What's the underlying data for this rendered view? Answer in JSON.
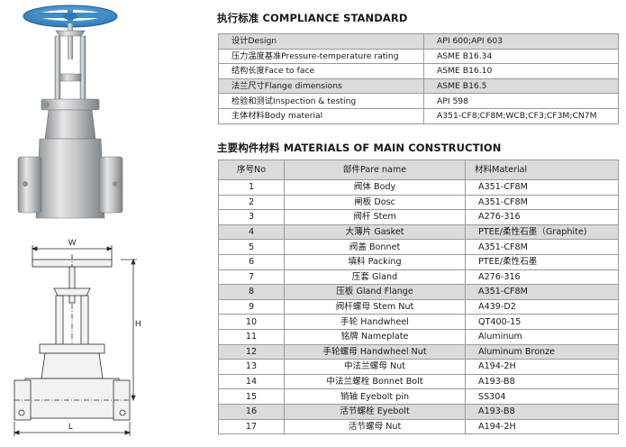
{
  "compliance": {
    "title": "执行标准 COMPLIANCE STANDARD",
    "rows": [
      {
        "label": "设计Design",
        "value": "API 600;API 603"
      },
      {
        "label": "压力温度基准Pressure-temperature rating",
        "value": "ASME B16.34"
      },
      {
        "label": "结构长度Face to face",
        "value": "ASME B16.10"
      },
      {
        "label": "法兰尺寸Flange dimensions",
        "value": "ASME B16.5"
      },
      {
        "label": "检验和测试Inspection & testing",
        "value": "API 598"
      },
      {
        "label": "主体材料Body material",
        "value": "A351-CF8;CF8M;WCB;CF3;CF3M;CN7M"
      }
    ]
  },
  "materials": {
    "title": "主要构件材料 MATERIALS OF MAIN CONSTRUCTION",
    "headers": {
      "no": "序号No",
      "name": "部件Pare name",
      "material": "材料Material"
    },
    "rows": [
      {
        "no": "1",
        "name": "阀体 Body",
        "material": "A351-CF8M"
      },
      {
        "no": "2",
        "name": "闸板 Dosc",
        "material": "A351-CF8M"
      },
      {
        "no": "3",
        "name": "阀杆 Stem",
        "material": "A276-316"
      },
      {
        "no": "4",
        "name": "大薄片 Gasket",
        "material": "PTEE/柔性石墨（Graphite)"
      },
      {
        "no": "5",
        "name": "阀盖 Bonnet",
        "material": "A351-CF8M"
      },
      {
        "no": "6",
        "name": "填料 Packing",
        "material": "PTEE/柔性石墨"
      },
      {
        "no": "7",
        "name": "压套 Gland",
        "material": "A276-316"
      },
      {
        "no": "8",
        "name": "压板 Gland Flange",
        "material": "A351-CF8M"
      },
      {
        "no": "9",
        "name": "阀杆螺母 Stem Nut",
        "material": "A439-D2"
      },
      {
        "no": "10",
        "name": "手轮 Handwheel",
        "material": "QT400-15"
      },
      {
        "no": "11",
        "name": "铭牌 Nameplate",
        "material": "Aluminum"
      },
      {
        "no": "12",
        "name": "手轮螺母 Handwheel Nut",
        "material": "Aluminum Bronze"
      },
      {
        "no": "13",
        "name": "中法兰螺母 Nut",
        "material": "A194-2H"
      },
      {
        "no": "14",
        "name": "中法兰螺栓 Bonnet Bolt",
        "material": "A193-B8"
      },
      {
        "no": "15",
        "name": "销轴 Eyebolt pin",
        "material": "SS304"
      },
      {
        "no": "16",
        "name": "活节螺栓 Eyebolt",
        "material": "A193-B8"
      },
      {
        "no": "17",
        "name": "活节螺母 Nut",
        "material": "A194-2H"
      }
    ]
  },
  "drawing_labels": {
    "w": "W",
    "h": "H",
    "l": "L"
  },
  "colors": {
    "handwheel": "#3d8fc9",
    "row_shade": "#d9dcd9",
    "border": "#9a9a9a"
  }
}
